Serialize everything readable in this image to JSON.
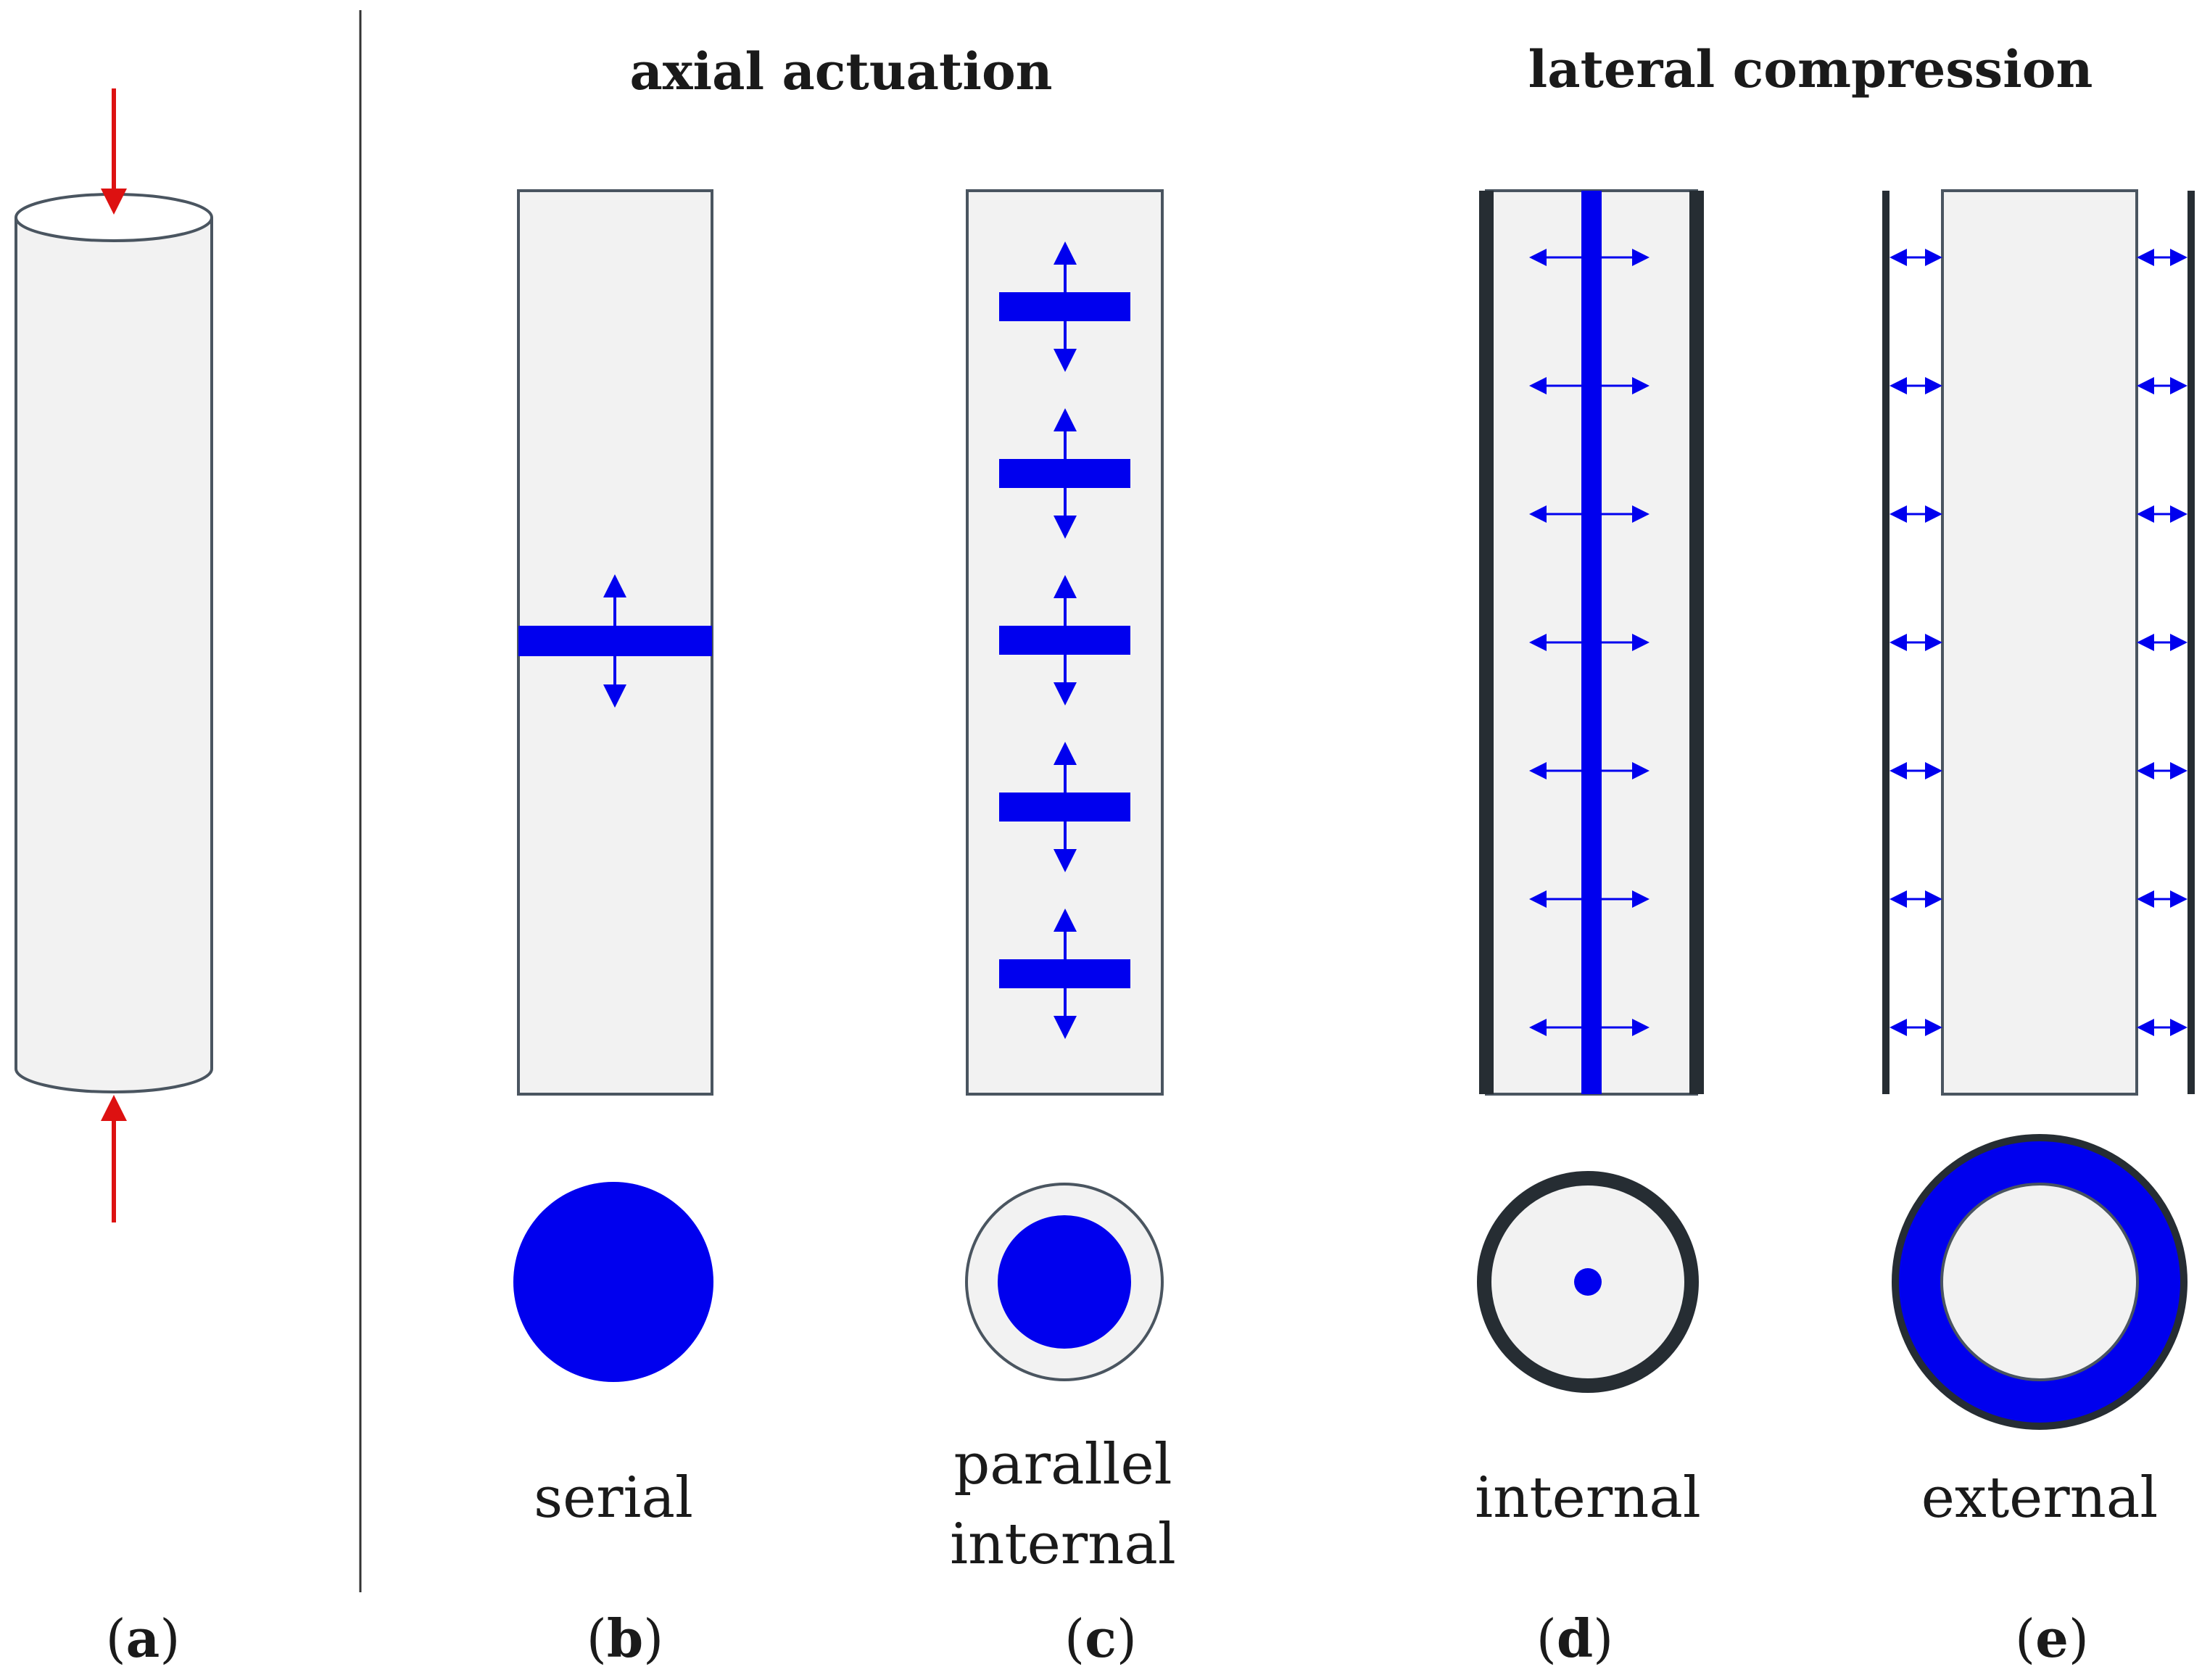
{
  "headings": {
    "axial": "axial actuation",
    "lateral": "lateral compression"
  },
  "captions": {
    "serial": "serial",
    "parallel_line1": "parallel",
    "parallel_line2": "internal",
    "internal": "internal",
    "external": "external"
  },
  "panel_labels": {
    "a": {
      "open": "(",
      "letter": "a",
      "close": ")"
    },
    "b": {
      "open": "(",
      "letter": "b",
      "close": ")"
    },
    "c": {
      "open": "(",
      "letter": "c",
      "close": ")"
    },
    "d": {
      "open": "(",
      "letter": "d",
      "close": ")"
    },
    "e": {
      "open": "(",
      "letter": "e",
      "close": ")"
    }
  },
  "colors": {
    "actuator": "#0000ee",
    "load_arrow": "#dd1111",
    "body_fill": "#f2f2f2",
    "outline": "#4a5560",
    "rigid_wall": "#262d33",
    "text": "#1a1a1a"
  },
  "counts": {
    "parallel_actuators": 5,
    "lateral_arrows_per_side": 7
  }
}
